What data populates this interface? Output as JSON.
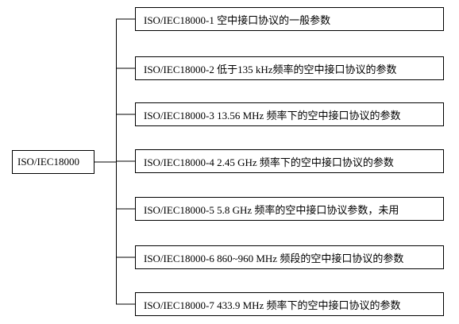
{
  "root": {
    "label": "ISO/IEC18000"
  },
  "children": [
    {
      "label": "ISO/IEC18000-1 空中接口协议的一般参数"
    },
    {
      "label": "ISO/IEC18000-2 低于135 kHz频率的空中接口协议的参数"
    },
    {
      "label": "ISO/IEC18000-3 13.56 MHz 频率下的空中接口协议的参数"
    },
    {
      "label": "ISO/IEC18000-4 2.45 GHz 频率下的空中接口协议的参数"
    },
    {
      "label": "ISO/IEC18000-5 5.8 GHz 频率的空中接口协议参数，未用"
    },
    {
      "label": "ISO/IEC18000-6 860~960 MHz 频段的空中接口协议的参数"
    },
    {
      "label": "ISO/IEC18000-7 433.9 MHz 频率下的空中接口协议的参数"
    }
  ],
  "colors": {
    "line": "#000000",
    "border": "#000000",
    "text": "#000000",
    "background": "#ffffff"
  }
}
